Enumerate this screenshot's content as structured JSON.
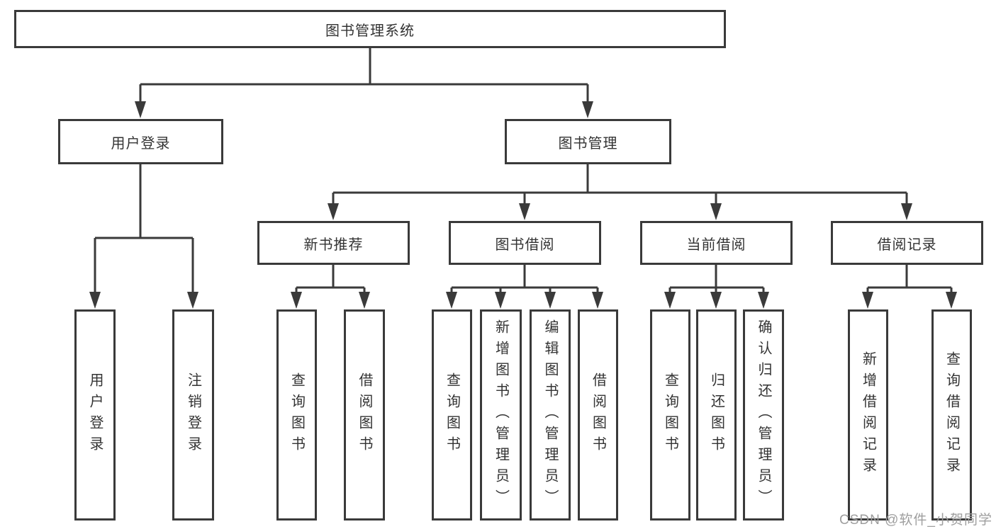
{
  "diagram": {
    "type": "hierarchy-tree",
    "orientation": "top-down"
  },
  "colors": {
    "background": "#ffffff",
    "line": "#3a3a3a",
    "box_border": "#3a3a3a",
    "text": "#333333",
    "watermark": "#9e9e9e"
  },
  "tree": {
    "label": "图书管理系统",
    "children": [
      {
        "label": "用户登录",
        "children": [
          {
            "label": "用户登录"
          },
          {
            "label": "注销登录"
          }
        ]
      },
      {
        "label": "图书管理",
        "children": [
          {
            "label": "新书推荐",
            "children": [
              {
                "label": "查询图书"
              },
              {
                "label": "借阅图书"
              }
            ]
          },
          {
            "label": "图书借阅",
            "children": [
              {
                "label": "查询图书"
              },
              {
                "label": "新增图书（管理员）"
              },
              {
                "label": "编辑图书（管理员）"
              },
              {
                "label": "借阅图书"
              }
            ]
          },
          {
            "label": "当前借阅",
            "children": [
              {
                "label": "查询图书"
              },
              {
                "label": "归还图书"
              },
              {
                "label": "确认归还（管理员）"
              }
            ]
          },
          {
            "label": "借阅记录",
            "children": [
              {
                "label": "新增借阅记录"
              },
              {
                "label": "查询借阅记录"
              }
            ]
          }
        ]
      }
    ]
  },
  "watermark": {
    "text": "CSDN @软件_小贺同学"
  }
}
